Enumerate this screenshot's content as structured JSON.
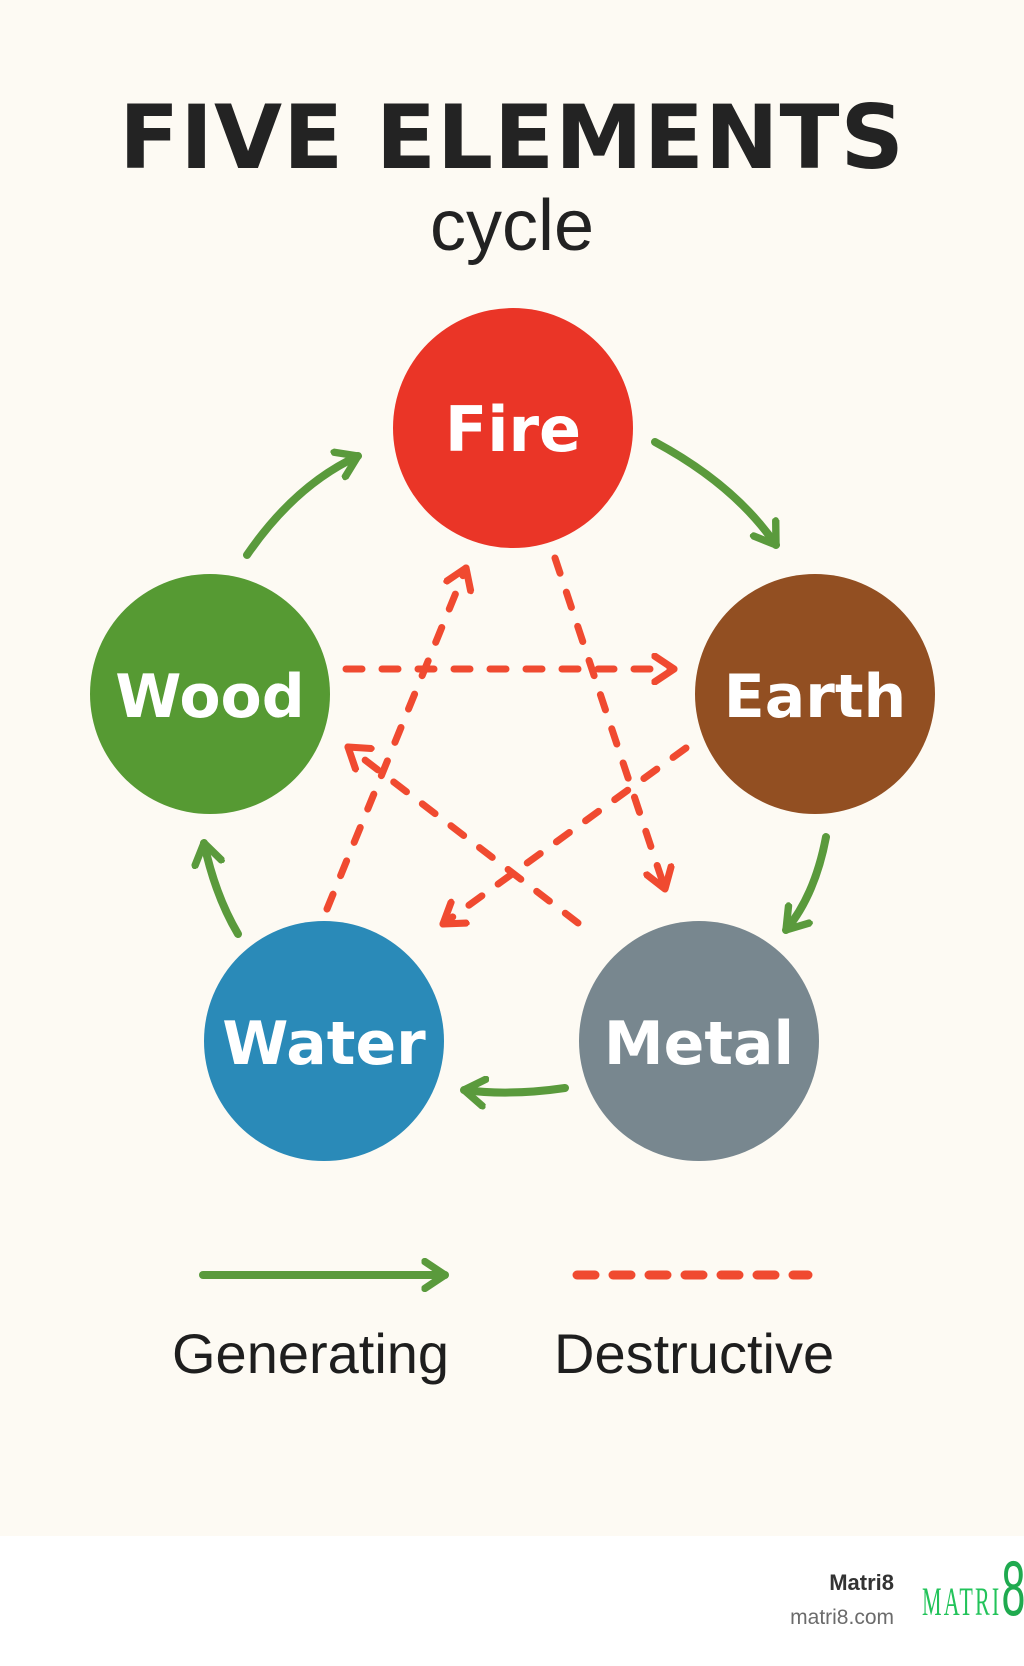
{
  "title": "FIVE ELEMENTS",
  "subtitle": "cycle",
  "colors": {
    "background": "#fdfaf3",
    "generating": "#5a9a3c",
    "destructive": "#f04a30"
  },
  "elements": [
    {
      "id": "fire",
      "label": "Fire",
      "color": "#ea3527"
    },
    {
      "id": "earth",
      "label": "Earth",
      "color": "#924f22"
    },
    {
      "id": "metal",
      "label": "Metal",
      "color": "#78878f"
    },
    {
      "id": "water",
      "label": "Water",
      "color": "#2a8ab8"
    },
    {
      "id": "wood",
      "label": "Wood",
      "color": "#569a33"
    }
  ],
  "generating_cycle": [
    {
      "from": "wood",
      "to": "fire"
    },
    {
      "from": "fire",
      "to": "earth"
    },
    {
      "from": "earth",
      "to": "metal"
    },
    {
      "from": "metal",
      "to": "water"
    },
    {
      "from": "water",
      "to": "wood"
    }
  ],
  "destructive_cycle": [
    {
      "from": "wood",
      "to": "earth"
    },
    {
      "from": "fire",
      "to": "metal"
    },
    {
      "from": "earth",
      "to": "water"
    },
    {
      "from": "metal",
      "to": "wood"
    },
    {
      "from": "water",
      "to": "fire"
    }
  ],
  "legend": {
    "generating_label": "Generating",
    "destructive_label": "Destructive"
  },
  "footer": {
    "brand_name": "Matri8",
    "brand_url": "matri8.com",
    "logo_text": "MATRI",
    "logo_digit": "8"
  }
}
